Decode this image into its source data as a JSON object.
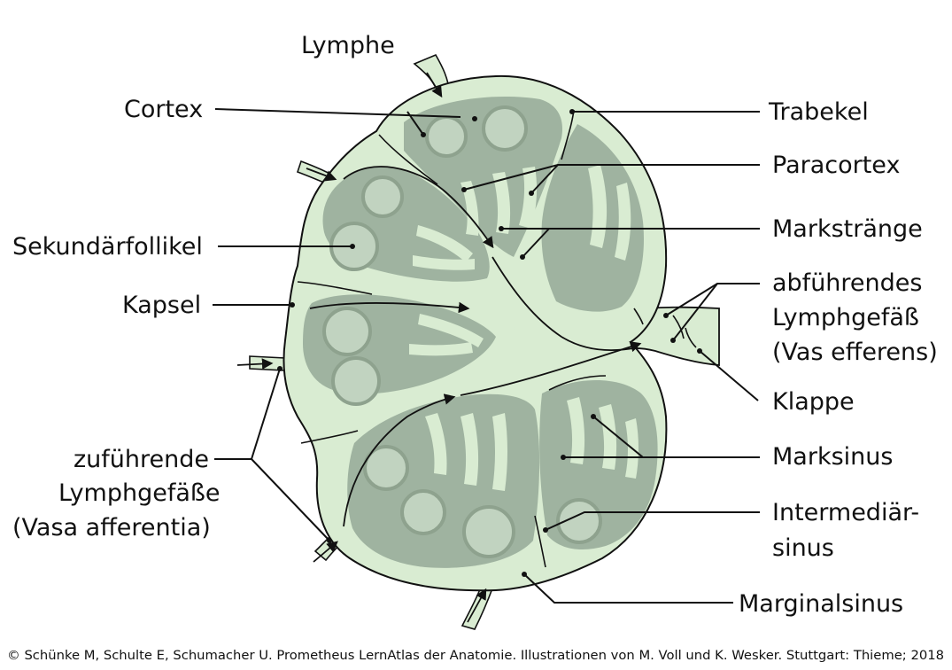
{
  "labels": {
    "lymphe": "Lymphe",
    "cortex": "Cortex",
    "trabekel": "Trabekel",
    "paracortex": "Paracortex",
    "markstraenge": "Markstränge",
    "sekundaerfollikel": "Sekundärfollikel",
    "kapsel": "Kapsel",
    "abfuehrendes_1": "abführendes",
    "abfuehrendes_2": "Lymphgefäß",
    "abfuehrendes_3": "(Vas efferens)",
    "klappe": "Klappe",
    "zufuehrende_1": "zuführende",
    "zufuehrende_2": "Lymphgefäße",
    "zufuehrende_3": "(Vasa afferentia)",
    "marksinus": "Marksinus",
    "intermediaer_1": "Intermediär-",
    "intermediaer_2": "sinus",
    "marginalsinus": "Marginalsinus"
  },
  "credit": "© Schünke M, Schulte E, Schumacher U. Prometheus LernAtlas der Anatomie. Illustrationen von M. Voll und K. Wesker. Stuttgart: Thieme; 2018",
  "colors": {
    "sinus": "#d9ecd2",
    "parenchyma": "#9fb3a0",
    "follicle": "#c1d3c0",
    "outline": "#111111"
  }
}
